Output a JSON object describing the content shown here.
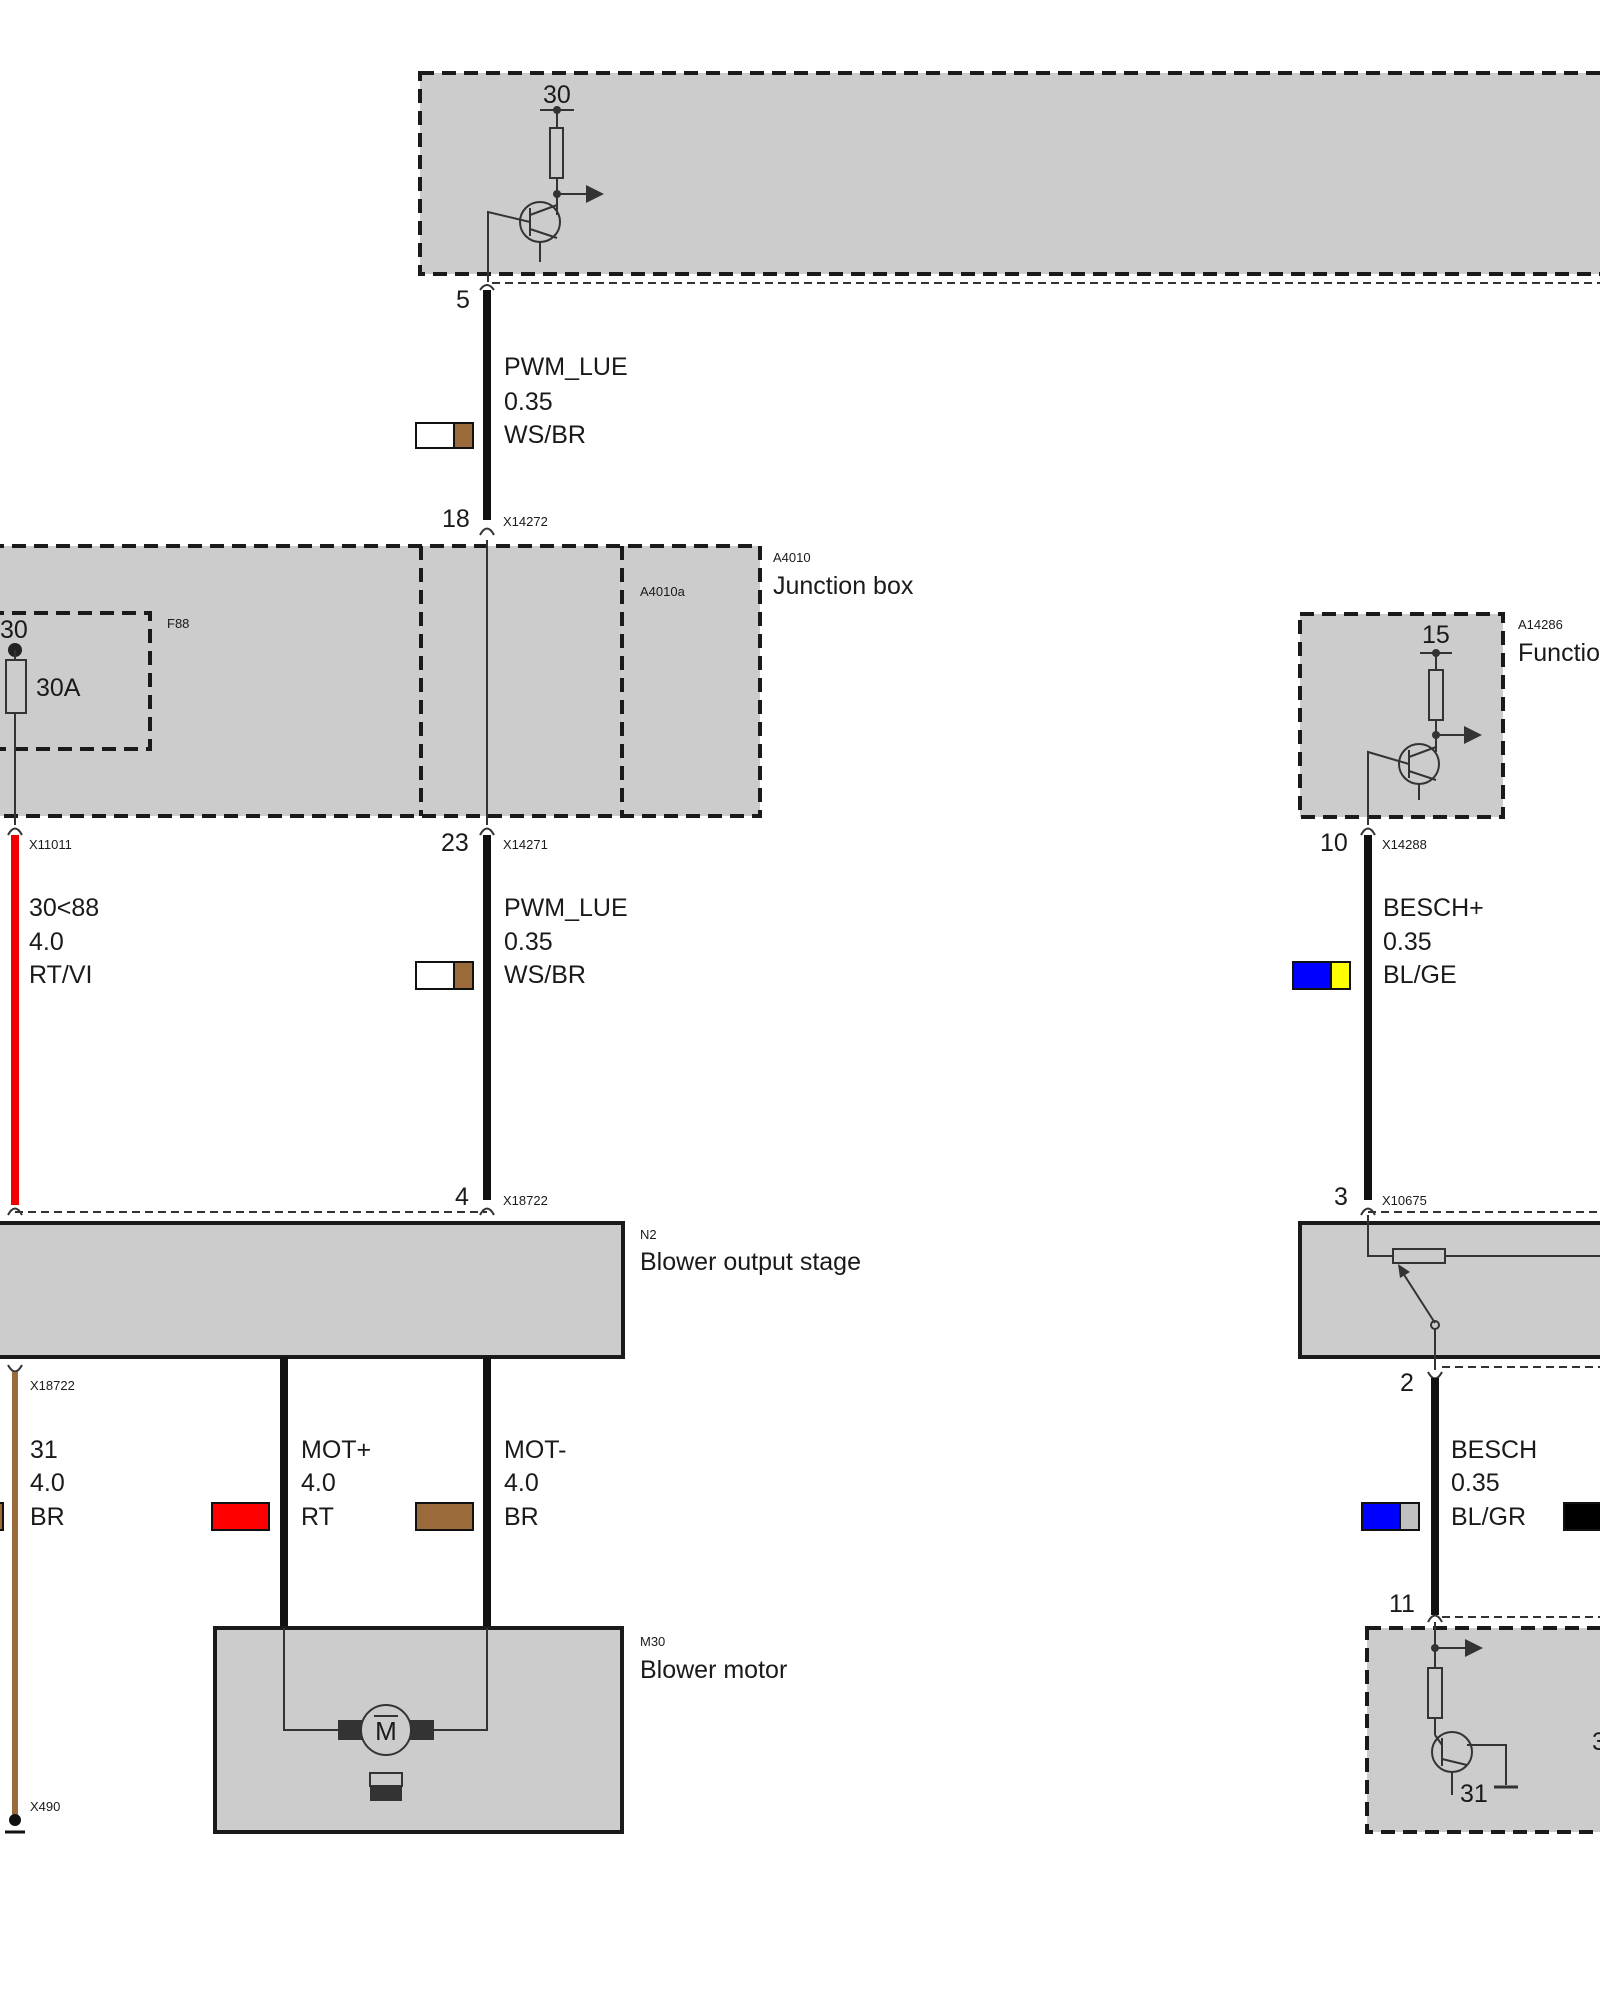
{
  "top_unit": {
    "terminal": "30",
    "pin": "5"
  },
  "wire_pwm_top": {
    "signal": "PWM_LUE",
    "size": "0.35",
    "color": "WS/BR"
  },
  "junction_box": {
    "id": "A4010",
    "name": "Junction box",
    "sub_id": "A4010a",
    "pin_in": "18",
    "conn_in": "X14272",
    "pin_out": "23",
    "conn_out": "X14271"
  },
  "fuse": {
    "id": "F88",
    "terminal": "30",
    "rating": "30A",
    "conn": "X11011"
  },
  "wire_power": {
    "signal": "30<88",
    "size": "4.0",
    "color": "RT/VI"
  },
  "wire_pwm_mid": {
    "signal": "PWM_LUE",
    "size": "0.35",
    "color": "WS/BR"
  },
  "function_unit": {
    "id": "A14286",
    "name": "Functio",
    "terminal": "15",
    "pin": "10",
    "conn": "X14288"
  },
  "wire_besch_plus": {
    "signal": "BESCH+",
    "size": "0.35",
    "color": "BL/GE"
  },
  "blower_stage": {
    "id": "N2",
    "name": "Blower output stage",
    "pin_in": "4",
    "conn_in": "X18722",
    "conn_out": "X18722"
  },
  "right_stage": {
    "pin_in": "3",
    "conn_in": "X10675",
    "pin_out": "2"
  },
  "wire_ground": {
    "signal": "31",
    "size": "4.0",
    "color": "BR"
  },
  "wire_mot_plus": {
    "signal": "MOT+",
    "size": "4.0",
    "color": "RT"
  },
  "wire_mot_minus": {
    "signal": "MOT-",
    "size": "4.0",
    "color": "BR"
  },
  "wire_besch": {
    "signal": "BESCH",
    "size": "0.35",
    "color": "BL/GR"
  },
  "blower_motor": {
    "id": "M30",
    "name": "Blower motor",
    "symbol": "M",
    "ground_conn": "X490"
  },
  "bottom_right_unit": {
    "pin": "11",
    "terminal": "31",
    "edge_text": "3"
  },
  "colors": {
    "box_fill": "#cccccc",
    "white": "#ffffff",
    "brown": "#9b6a3a",
    "red": "#ff0000",
    "blue": "#0000ff",
    "yellow": "#ffff00",
    "grey": "#c0c0c0",
    "black": "#000000"
  }
}
